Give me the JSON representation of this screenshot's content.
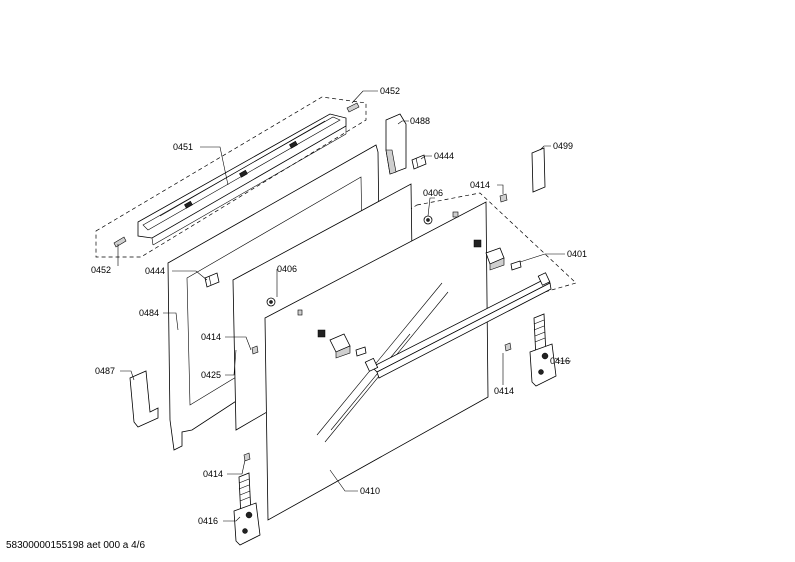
{
  "footer_text": "58300000155198 aet 000 a 4/6",
  "labels": {
    "l0452_top": "0452",
    "l0451": "0451",
    "l0488": "0488",
    "l0444_top": "0444",
    "l0499": "0499",
    "l0406_top": "0406",
    "l0414_a": "0414",
    "l0401": "0401",
    "l0452_bottom": "0452",
    "l0444_left": "0444",
    "l0406_mid": "0406",
    "l0484": "0484",
    "l0414_b": "0414",
    "l0425": "0425",
    "l0487": "0487",
    "l0416_right": "0416",
    "l0414_c": "0414",
    "l0414_d": "0414",
    "l0410": "0410",
    "l0416_bottom": "0416"
  }
}
